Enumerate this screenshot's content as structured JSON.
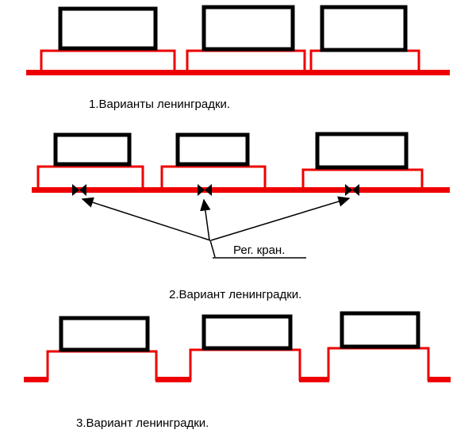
{
  "colors": {
    "pipe": "#ee0000",
    "ink": "#000000"
  },
  "labels": {
    "reg_valve": "Рег. кран."
  },
  "sections": [
    {
      "caption": "1.Варианты ленинградки.",
      "radiators": 3,
      "valves": 0,
      "pipe": "continuous"
    },
    {
      "caption": "2.Вариант ленинградки.",
      "radiators": 3,
      "valves": 3,
      "valve_label": "Рег. кран.",
      "pipe": "continuous"
    },
    {
      "caption": "3.Вариант ленинградки.",
      "radiators": 3,
      "valves": 0,
      "pipe": "interrupted-under-radiators"
    }
  ]
}
